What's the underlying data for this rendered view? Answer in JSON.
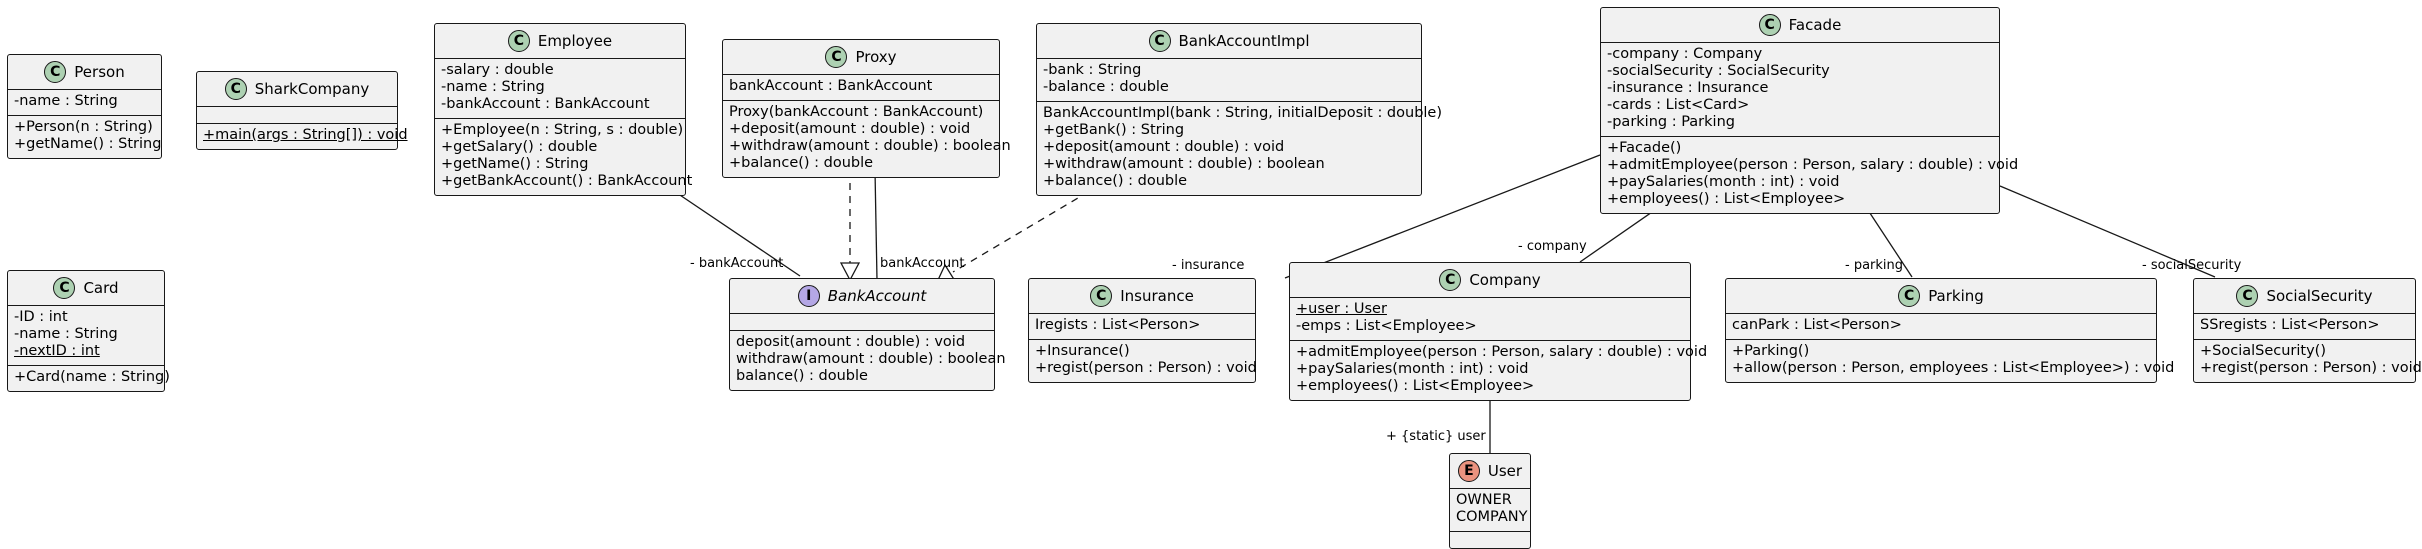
{
  "classes": [
    {
      "id": "person",
      "type": "class",
      "name": "Person",
      "fields": [
        "-name : String"
      ],
      "methods": [
        "+Person(n : String)",
        "+getName() : String"
      ]
    },
    {
      "id": "shark",
      "type": "class",
      "name": "SharkCompany",
      "fields": [],
      "methods": [
        "+main(args : String[]) : void"
      ],
      "static_methods": [
        0
      ]
    },
    {
      "id": "card",
      "type": "class",
      "name": "Card",
      "fields": [
        "-ID : int",
        "-name : String",
        "-nextID : int"
      ],
      "static_fields": [
        2
      ],
      "methods": [
        "+Card(name : String)"
      ]
    },
    {
      "id": "employee",
      "type": "class",
      "name": "Employee",
      "fields": [
        "-salary : double",
        "-name : String",
        "-bankAccount : BankAccount"
      ],
      "methods": [
        "+Employee(n : String, s : double)",
        "+getSalary() : double",
        "+getName() : String",
        "+getBankAccount() : BankAccount"
      ]
    },
    {
      "id": "proxy",
      "type": "class",
      "name": "Proxy",
      "fields": [
        "bankAccount : BankAccount"
      ],
      "methods": [
        "Proxy(bankAccount : BankAccount)",
        "+deposit(amount : double) : void",
        "+withdraw(amount : double) : boolean",
        "+balance() : double"
      ]
    },
    {
      "id": "bankimpl",
      "type": "class",
      "name": "BankAccountImpl",
      "fields": [
        "-bank : String",
        "-balance : double"
      ],
      "methods": [
        "BankAccountImpl(bank : String, initialDeposit : double)",
        "+getBank() : String",
        "+deposit(amount : double) : void",
        "+withdraw(amount : double) : boolean",
        "+balance() : double"
      ]
    },
    {
      "id": "facade",
      "type": "class",
      "name": "Facade",
      "fields": [
        "-company : Company",
        "-socialSecurity : SocialSecurity",
        "-insurance : Insurance",
        "-cards : List<Card>",
        "-parking : Parking"
      ],
      "methods": [
        "+Facade()",
        "+admitEmployee(person : Person, salary : double) : void",
        "+paySalaries(month : int) : void",
        "+employees() : List<Employee>"
      ]
    },
    {
      "id": "bankaccount",
      "type": "interface",
      "name": "BankAccount",
      "fields": [],
      "methods": [
        "deposit(amount : double) : void",
        "withdraw(amount : double) : boolean",
        "balance() : double"
      ]
    },
    {
      "id": "insurance",
      "type": "class",
      "name": "Insurance",
      "fields": [
        "Iregists : List<Person>"
      ],
      "methods": [
        "+Insurance()",
        "+regist(person : Person) : void"
      ]
    },
    {
      "id": "company",
      "type": "class",
      "name": "Company",
      "fields": [
        "+user : User",
        "-emps : List<Employee>"
      ],
      "static_fields": [
        0
      ],
      "methods": [
        "+admitEmployee(person : Person, salary : double) : void",
        "+paySalaries(month : int) : void",
        "+employees() : List<Employee>"
      ]
    },
    {
      "id": "parking",
      "type": "class",
      "name": "Parking",
      "fields": [
        "canPark : List<Person>"
      ],
      "methods": [
        "+Parking()",
        "+allow(person : Person, employees : List<Employee>) : void"
      ]
    },
    {
      "id": "socialsecurity",
      "type": "class",
      "name": "SocialSecurity",
      "fields": [
        "SSregists : List<Person>"
      ],
      "methods": [
        "+SocialSecurity()",
        "+regist(person : Person) : void"
      ]
    },
    {
      "id": "user",
      "type": "enum",
      "name": "User",
      "fields": [
        "OWNER",
        "COMPANY"
      ],
      "methods": []
    }
  ],
  "relations": [
    {
      "from": "employee",
      "to": "bankaccount",
      "kind": "association",
      "label": "- bankAccount"
    },
    {
      "from": "proxy",
      "to": "bankaccount",
      "kind": "realization",
      "label": ""
    },
    {
      "from": "proxy",
      "to": "bankaccount",
      "kind": "association",
      "label": "bankAccount"
    },
    {
      "from": "bankimpl",
      "to": "bankaccount",
      "kind": "realization",
      "label": ""
    },
    {
      "from": "facade",
      "to": "insurance",
      "kind": "association",
      "label": "- insurance"
    },
    {
      "from": "facade",
      "to": "company",
      "kind": "association",
      "label": "- company"
    },
    {
      "from": "facade",
      "to": "parking",
      "kind": "association",
      "label": "- parking"
    },
    {
      "from": "facade",
      "to": "socialsecurity",
      "kind": "association",
      "label": "- socialSecurity"
    },
    {
      "from": "company",
      "to": "user",
      "kind": "association",
      "label": "+ {static} user"
    }
  ],
  "stereotype_letters": {
    "class": "C",
    "interface": "I",
    "enum": "E"
  }
}
